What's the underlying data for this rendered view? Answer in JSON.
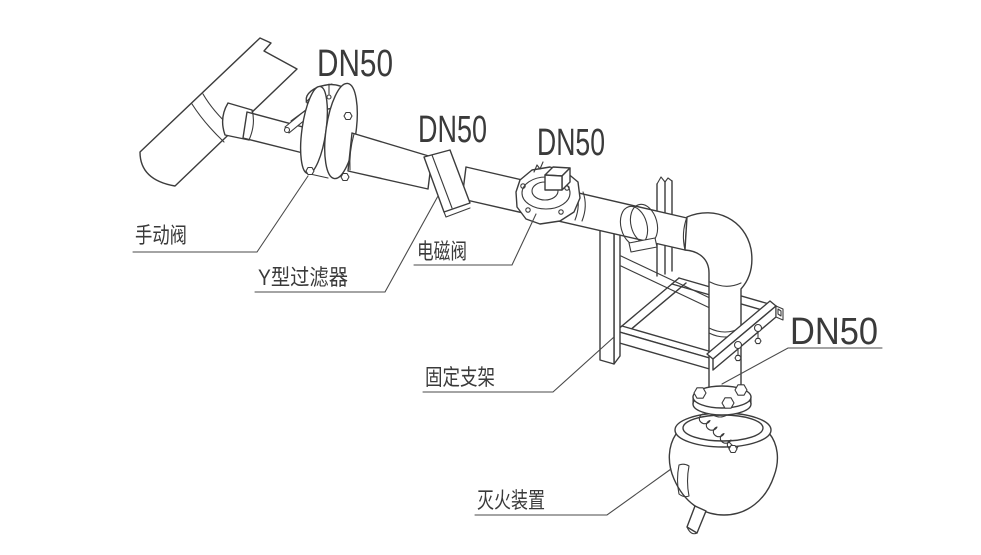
{
  "diagram": {
    "description_visible_text_only": "isometric piping line drawing",
    "colors": {
      "line": "#3c3c3c",
      "background": "#ffffff"
    },
    "dn_labels": [
      {
        "text": "DN50"
      },
      {
        "text": "DN50"
      },
      {
        "text": "DN50"
      },
      {
        "text": "DN50"
      }
    ],
    "part_labels": [
      {
        "id": "manual-valve",
        "text": "手动阀"
      },
      {
        "id": "y-strainer",
        "text": "Y型过滤器"
      },
      {
        "id": "solenoid-valve",
        "text": "电磁阀"
      },
      {
        "id": "mounting-bracket",
        "text": "固定支架"
      },
      {
        "id": "fire-extinguishing-device",
        "text": "灭火装置"
      }
    ]
  }
}
